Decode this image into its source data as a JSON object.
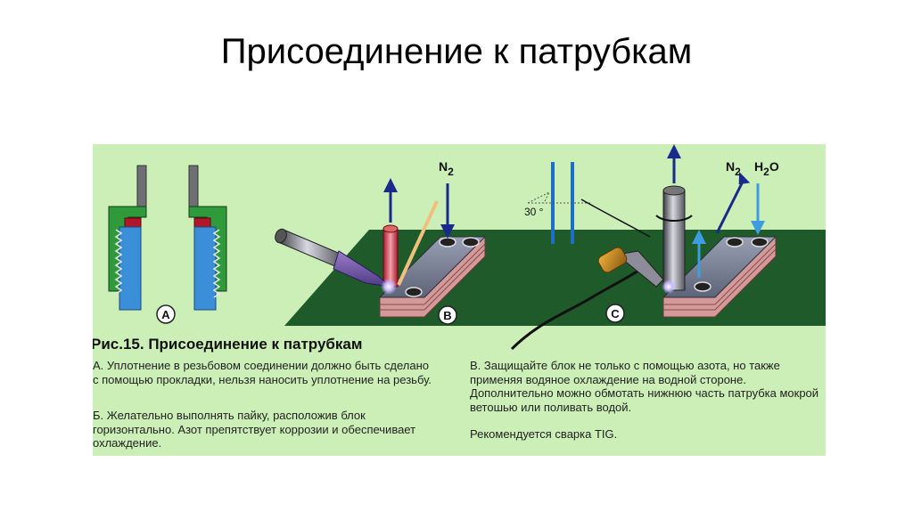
{
  "slide": {
    "title": "Присоединение к патрубкам"
  },
  "figure": {
    "caption": "Рис.15. Присоединение к патрубкам",
    "markers": {
      "a": "A",
      "b": "B",
      "c": "C"
    },
    "formula": {
      "n": "N",
      "two": "2",
      "h": "H",
      "o": "O"
    },
    "angle": "30 °",
    "text_a": "А. Уплотнение в резьбовом соединении должно быть сделано с помощью прокладки, нельзя наносить уплотнение на резьбу.",
    "text_b": "Б. Желательно выполнять пайку, расположив блок горизонтально. Азот препятствует коррозии и обеспечивает охлаждение.",
    "text_c": "В. Защищайте блок не только с помощью азота, но также применяя водяное охлаждение на водной стороне. Дополнительно можно обмотать нижнюю часть патрубка мокрой ветошью или поливать водой.",
    "text_d": "Рекомендуется сварка TIG."
  },
  "colors": {
    "figure_bg": "#ccefb8",
    "table_green": "#1f5a2a",
    "thread_blue": "#3a8fd8",
    "nut_green": "#2e9a3a",
    "gasket_red": "#b0182a",
    "arrow_navy": "#1a2a8c",
    "water_arrow": "#3d9de0"
  }
}
